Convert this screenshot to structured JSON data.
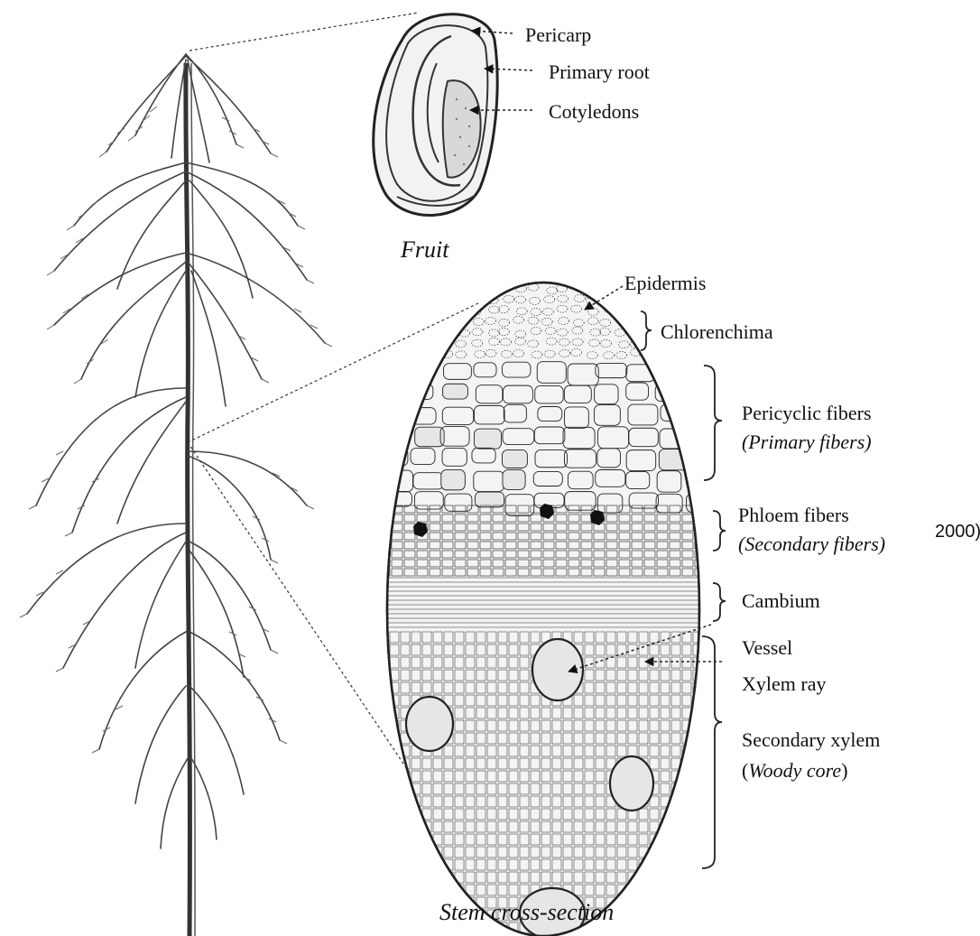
{
  "fruit": {
    "caption": "Fruit",
    "labels": {
      "pericarp": "Pericarp",
      "primary_root": "Primary root",
      "cotyledons": "Cotyledons"
    }
  },
  "stem": {
    "caption": "Stem cross-section",
    "labels": {
      "epidermis": "Epidermis",
      "chlorenchima": "Chlorenchima",
      "pericyclic_fibers": "Pericyclic fibers",
      "primary_fibers": "(Primary fibers)",
      "phloem_fibers": "Phloem fibers",
      "secondary_fibers": "(Secondary fibers)",
      "cambium": "Cambium",
      "vessel": "Vessel",
      "xylem_ray": "Xylem ray",
      "secondary_xylem": "Secondary xylem",
      "woody_core_open": "(",
      "woody_core_word": "Woody core",
      "woody_core_close": ")"
    }
  },
  "stray_text": "2000)",
  "colors": {
    "line": "#222222",
    "cell_fill": "#e6e6e6",
    "background": "#ffffff"
  }
}
